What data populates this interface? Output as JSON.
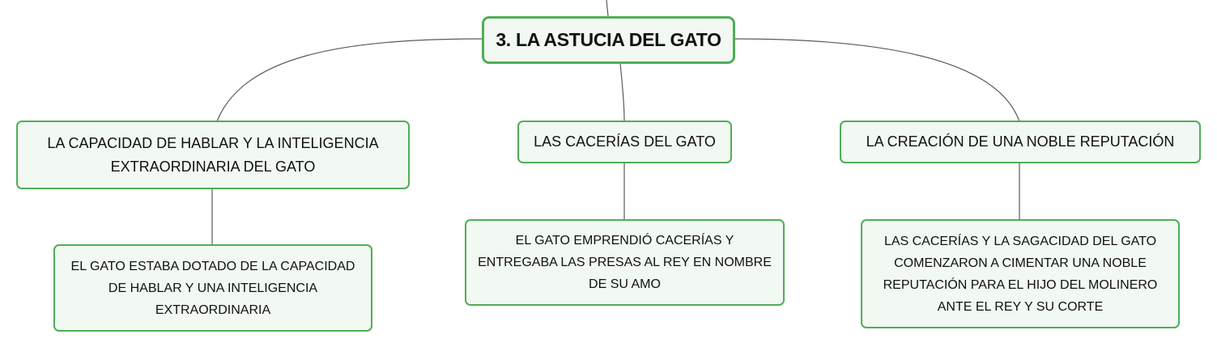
{
  "root": {
    "label": "3. LA ASTUCIA DEL GATO"
  },
  "branches": [
    {
      "label": "LA CAPACIDAD DE HABLAR Y LA INTELIGENCIA EXTRAORDINARIA DEL GATO",
      "detail": "EL GATO ESTABA DOTADO DE LA CAPACIDAD DE HABLAR Y UNA INTELIGENCIA EXTRAORDINARIA"
    },
    {
      "label": "LAS CACERÍAS DEL GATO",
      "detail": "EL GATO EMPRENDIÓ CACERÍAS Y ENTREGABA LAS PRESAS AL REY EN NOMBRE DE SU AMO"
    },
    {
      "label": "LA CREACIÓN DE UNA NOBLE REPUTACIÓN",
      "detail": "LAS CACERÍAS Y LA SAGACIDAD DEL GATO COMENZARON A CIMENTAR UNA NOBLE REPUTACIÓN PARA EL HIJO DEL MOLINERO ANTE EL REY Y SU CORTE"
    }
  ],
  "colors": {
    "node_border": "#4fae57",
    "node_fill": "#f2f8f2",
    "connector": "#5a5a5a"
  }
}
